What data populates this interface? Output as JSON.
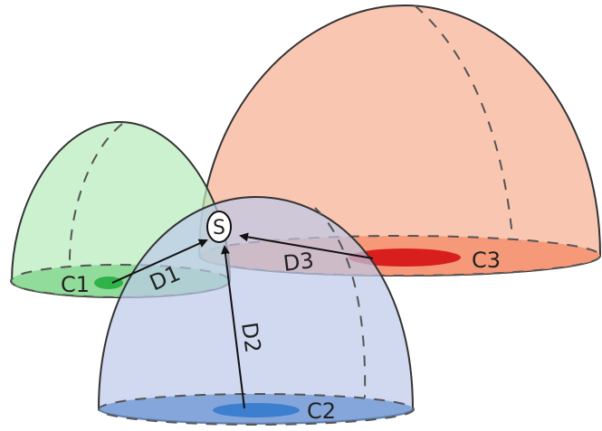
{
  "diagram": {
    "domes": [
      {
        "id": "c1",
        "label": "C1",
        "fill": "#b8ecbc",
        "base_fill": "#7fd48a",
        "center_fill": "#2fb24a"
      },
      {
        "id": "c2",
        "label": "C2",
        "fill": "#bcc9ea",
        "base_fill": "#6f97d4",
        "center_fill": "#3d7fcf"
      },
      {
        "id": "c3",
        "label": "C3",
        "fill": "#f8b9a1",
        "base_fill": "#f6916f",
        "center_fill": "#d91e1e"
      }
    ],
    "source": {
      "label": "S"
    },
    "distances": {
      "d1": "D1",
      "d2": "D2",
      "d3": "D3"
    }
  }
}
